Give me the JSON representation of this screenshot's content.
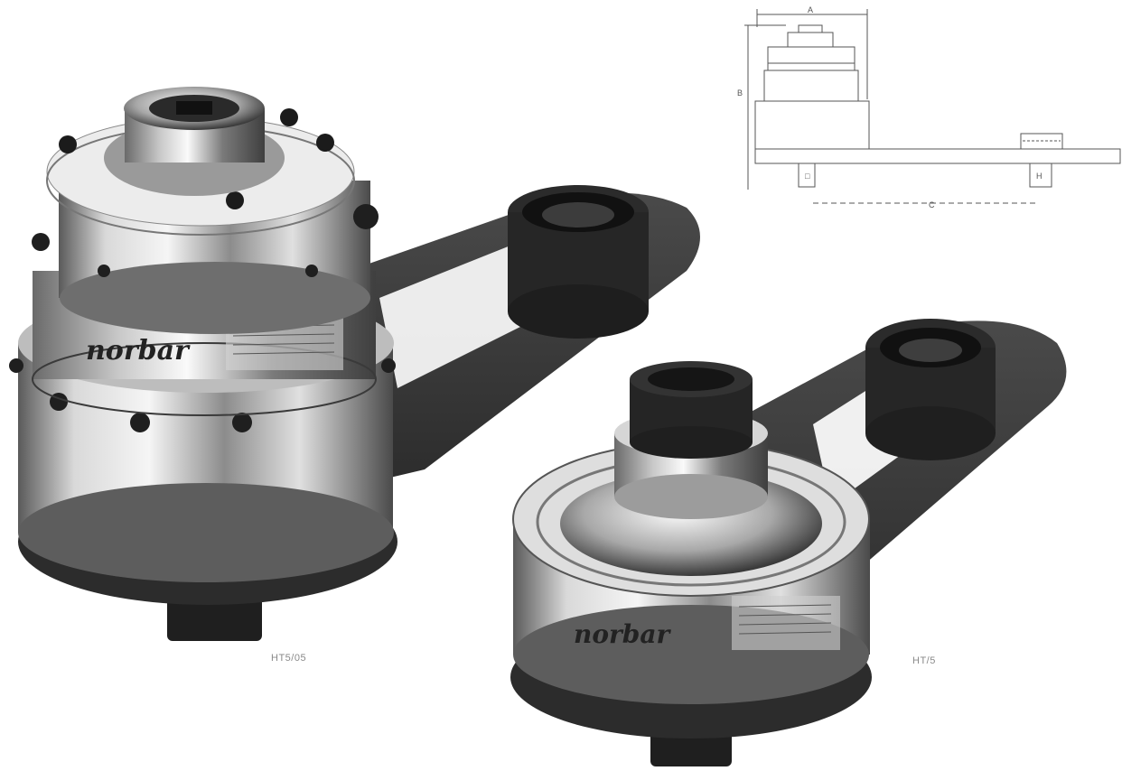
{
  "products": [
    {
      "brand": "norbar",
      "caption": "HT5/05"
    },
    {
      "brand": "norbar",
      "caption": "HT/5"
    }
  ],
  "diagram": {
    "dimension_labels": {
      "a": "A",
      "b": "B",
      "c": "C",
      "square_in": "□",
      "square_out": "H"
    }
  },
  "colors": {
    "background": "#ffffff",
    "chrome_light": "#e6e6e6",
    "chrome_dark": "#6b6b6b",
    "reaction_arm": "#3a3a3a",
    "socket": "#2b2b2b"
  }
}
